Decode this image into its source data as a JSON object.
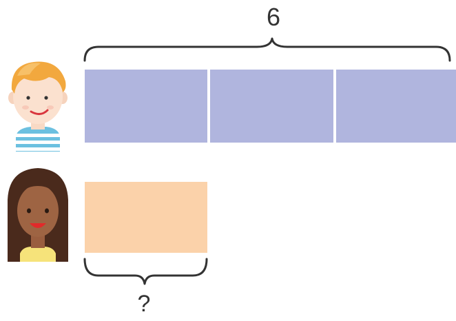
{
  "diagram": {
    "type": "bar-model",
    "top_label": "6",
    "bottom_label": "?",
    "rows": [
      {
        "character": "boy-avatar",
        "segments": 3,
        "color": "#b0b5de"
      },
      {
        "character": "girl-avatar",
        "segments": 1,
        "color": "#fbd2aa"
      }
    ],
    "colors": {
      "brace": "#333333",
      "top_bar": "#b0b5de",
      "bottom_bar": "#fbd2aa",
      "divider": "#ffffff"
    }
  }
}
